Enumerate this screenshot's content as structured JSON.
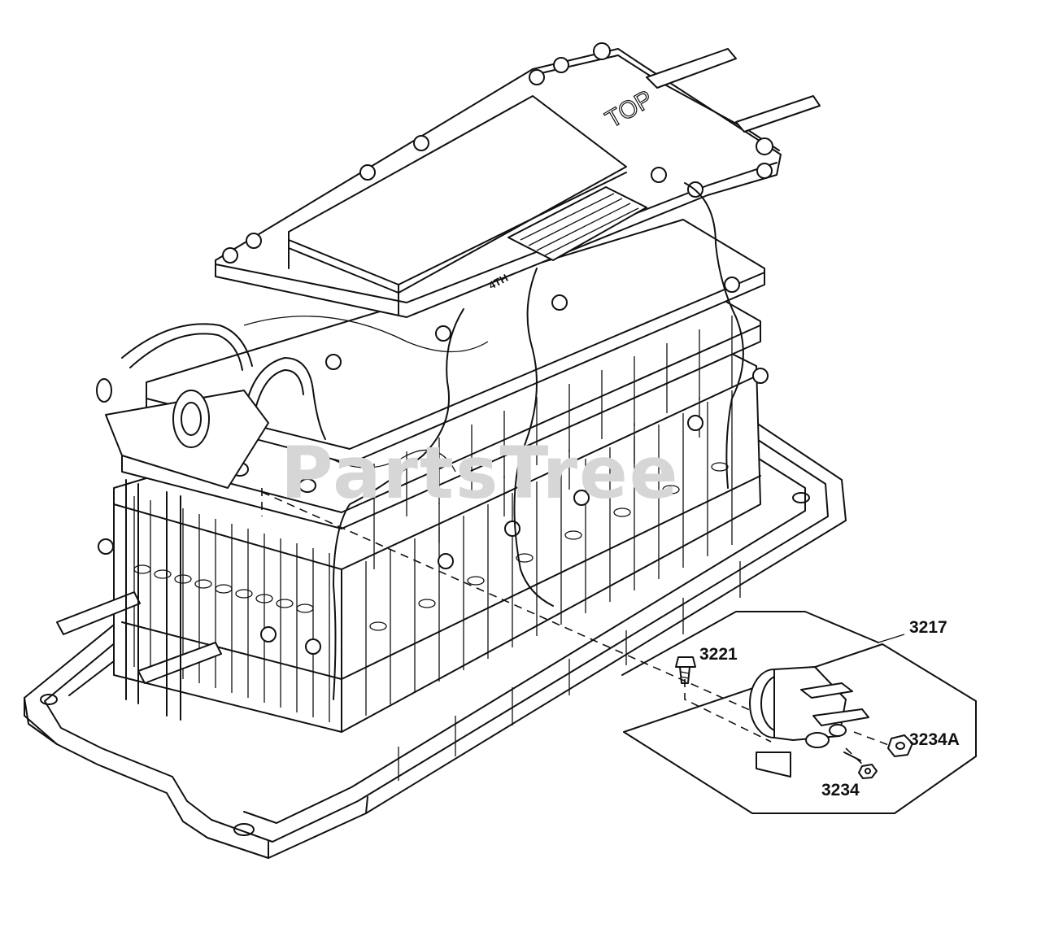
{
  "diagram": {
    "watermark": "PartsTree",
    "callouts": {
      "solenoid_assembly": "3217",
      "mounting_bolt": "3221",
      "terminal_nut_large": "3234A",
      "terminal_nut_small": "3234"
    },
    "battery_labels": {
      "top_mark": "TOP",
      "layer_mark": "4TH"
    }
  }
}
